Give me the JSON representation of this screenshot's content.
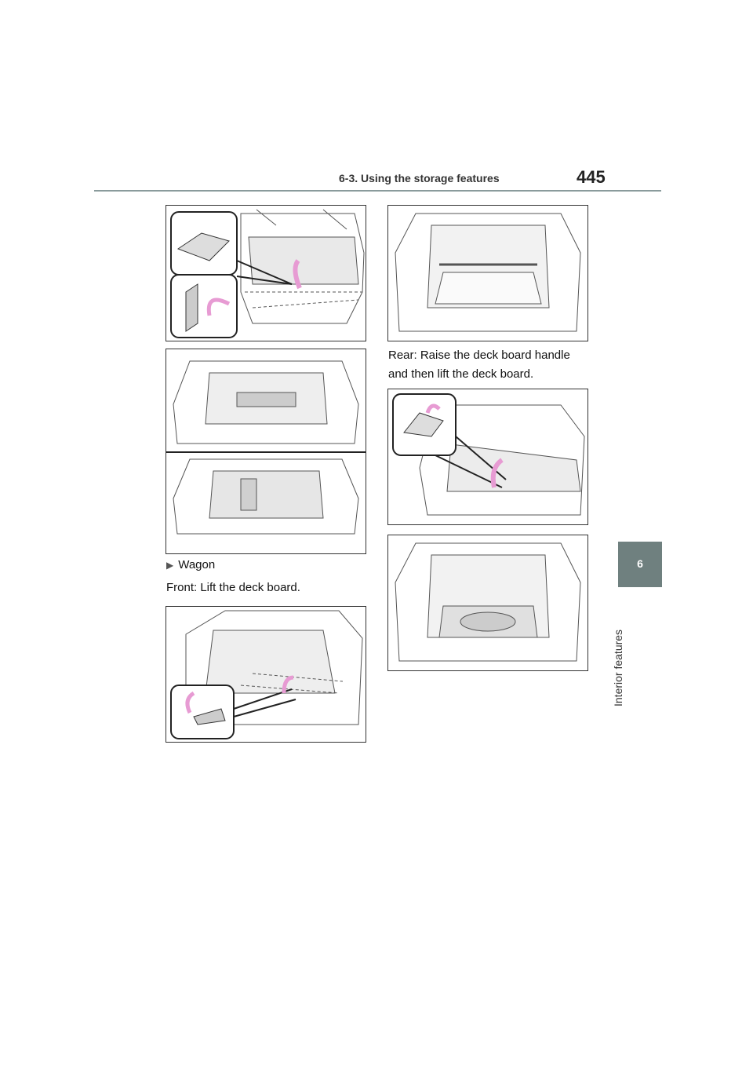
{
  "header": {
    "section_title": "6-3. Using the storage features",
    "page_number": "445"
  },
  "side_tab": {
    "chapter_number": "6",
    "chapter_title": "Interior features"
  },
  "wagon": {
    "heading": "Wagon",
    "front_instruction": "Front: Lift the deck board.",
    "rear_instruction": "Rear: Raise the deck board handle and then lift the deck board."
  },
  "colors": {
    "accent_tab": "#6f807f",
    "header_rule": "#8a9b9c",
    "arrow_pink": "#e79bd3"
  },
  "icons": {
    "bullet": "triangle-right-icon",
    "lift_arrow": "curved-up-arrow-icon"
  }
}
